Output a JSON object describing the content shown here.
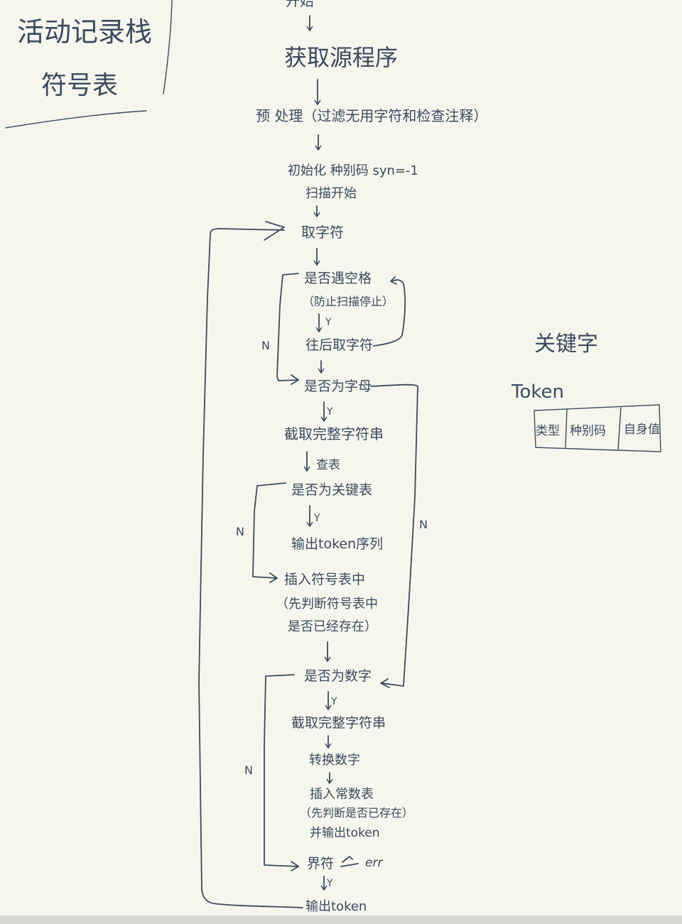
{
  "notes": {
    "line1": "活动记录栈",
    "line2": "符号表"
  },
  "flow": {
    "start": "开始",
    "get_source": "获取源程序",
    "preprocess": "预 处理（过滤无用字符和检查注释）",
    "init": "初始化 种别码 syn=-1",
    "scan_start": "扫描开始",
    "get_char": "取字符",
    "is_space": "是否遇空格",
    "is_space_note": "（防止扫描停止）",
    "get_next_char": "往后取字符",
    "is_letter": "是否为字母",
    "get_full_string": "截取完整字符串",
    "lookup_table": "查表",
    "is_keyword": "是否为关键表",
    "output_token_seq": "输出token序列",
    "insert_symbol": "插入符号表中",
    "insert_symbol_note1": "（先判断符号表中",
    "insert_symbol_note2": "是否已经存在）",
    "is_digit": "是否为数字",
    "get_full_string2": "截取完整字符串",
    "convert_number": "转换数字",
    "insert_const": "插入常数表",
    "insert_const_note": "（先判断是否已存在）",
    "insert_const_output": "并输出token",
    "other_char": "界符",
    "err": "err",
    "output_token": "输出token"
  },
  "edge_labels": {
    "yes": "Y",
    "no": "N"
  },
  "side": {
    "keyword_title": "关键字",
    "token_title": "Token",
    "token_fields": [
      "类型",
      "种别码",
      "自身值"
    ]
  },
  "colors": {
    "ink": "#3b4a5e",
    "paper": "#f7f6ee"
  }
}
